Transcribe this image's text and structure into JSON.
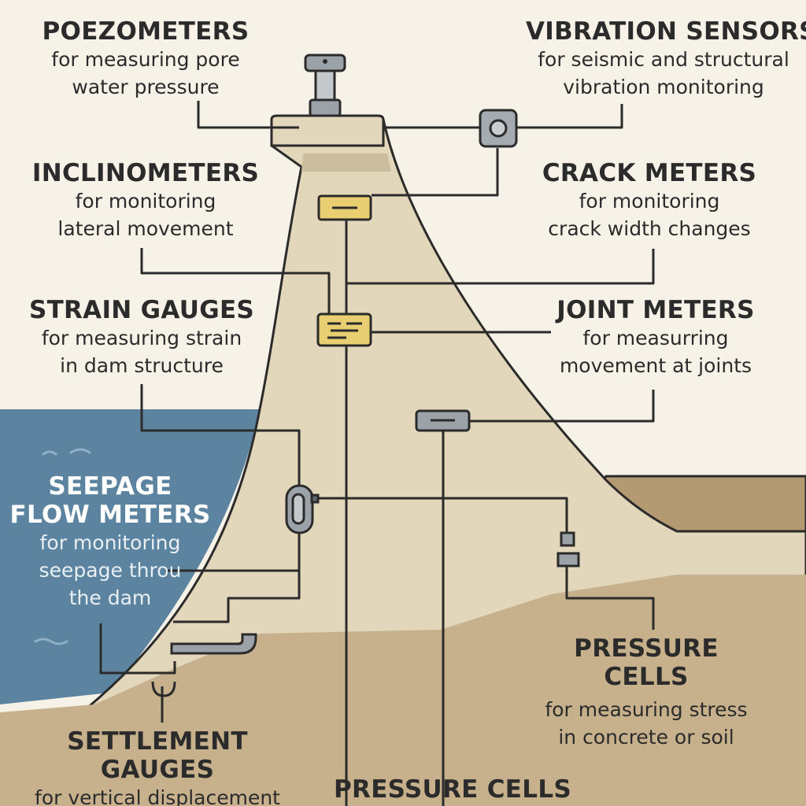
{
  "colors": {
    "background": "#f6f2e8",
    "water": "#5c84a0",
    "dam": "#e2d6bb",
    "ground": "#c6b18c",
    "ground_far": "#b49a72",
    "outline": "#2b2b2b",
    "sensor_yellow": "#e9cf72",
    "sensor_grey": "#9ba3a8"
  },
  "labels": {
    "piezometers": {
      "title": "POEZOMETERS",
      "desc": [
        "for measuring pore",
        "water pressure"
      ]
    },
    "vibration": {
      "title": "VIBRATION SENSORS",
      "desc": [
        "for seismic and structural",
        "vibration monitoring"
      ]
    },
    "inclinometers": {
      "title": "INCLINOMETERS",
      "desc": [
        "for monitoring",
        "lateral movement"
      ]
    },
    "crack": {
      "title": "CRACK METERS",
      "desc": [
        "for monitoring",
        "crack width changes"
      ]
    },
    "strain": {
      "title": "STRAIN GAUGES",
      "desc": [
        "for measuring strain",
        "in dam structure"
      ]
    },
    "joint": {
      "title": "JOINT METERS",
      "desc": [
        "for measurring",
        "movement at joints"
      ]
    },
    "seepage": {
      "title": [
        "SEEPAGE",
        "FLOW METERS"
      ],
      "desc": [
        "for monitoring",
        "seepage throu",
        "the dam"
      ]
    },
    "pressure_right": {
      "title": [
        "PRESSURE",
        "CELLS"
      ],
      "desc": [
        "for measuring stress",
        "in concrete or soil"
      ]
    },
    "settlement": {
      "title": [
        "SETTLEMENT",
        "GAUGES"
      ],
      "desc": [
        "for vertical displacement"
      ]
    },
    "pressure_bottom": {
      "title": "PRESSURE CELLS"
    }
  },
  "icons": {
    "piezometer": "piezometer-icon",
    "vibration": "vibration-sensor-icon",
    "crack": "crack-meter-icon",
    "strain": "strain-gauge-icon",
    "joint": "joint-meter-icon",
    "seepage": "seepage-flow-meter-icon",
    "pressure": "pressure-cell-icon",
    "settlement": "settlement-gauge-icon"
  }
}
